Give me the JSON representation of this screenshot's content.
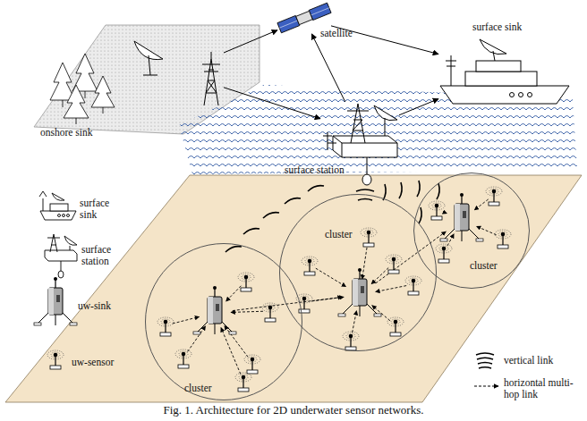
{
  "diagram": {
    "caption": "Fig. 1. Architecture for 2D underwater sensor networks.",
    "nodes": [
      {
        "text": [
          "satellite"
        ]
      },
      {
        "text": [
          "surface sink"
        ]
      },
      {
        "text": [
          "onshore sink"
        ]
      },
      {
        "text": [
          "surface station"
        ]
      },
      {
        "text": [
          "cluster"
        ]
      },
      {
        "text": [
          "cluster"
        ]
      },
      {
        "text": [
          "cluster"
        ]
      }
    ],
    "edges": [
      {
        "from": 2,
        "to": 0,
        "arrow": "to"
      },
      {
        "from": 3,
        "to": 0,
        "arrow": "to"
      },
      {
        "from": 0,
        "to": 1,
        "arrow": "to"
      },
      {
        "from": 2,
        "to": 3,
        "arrow": "to"
      },
      {
        "from": 3,
        "to": 1,
        "arrow": "to"
      }
    ],
    "legend": [
      {
        "text": "surface sink"
      },
      {
        "text": "surface station"
      },
      {
        "text": "uw-sink"
      },
      {
        "text": "uw-sensor"
      },
      {
        "text": "vertical link"
      },
      {
        "text": "horizontal multi-hop link"
      }
    ]
  }
}
